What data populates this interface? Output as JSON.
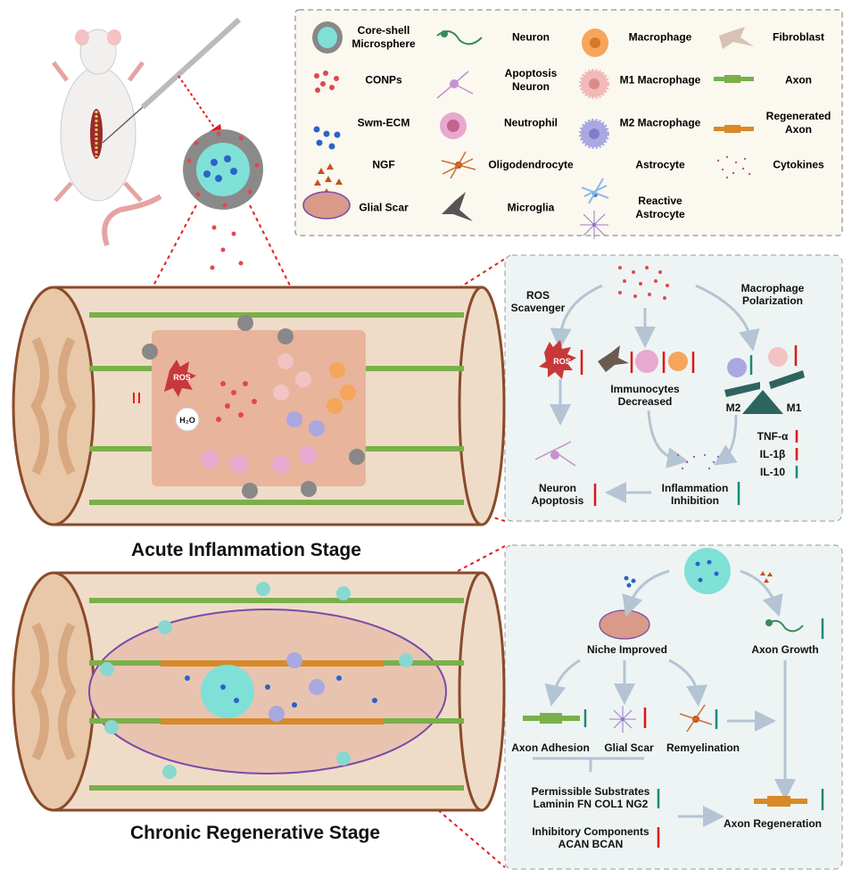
{
  "legend": {
    "items": [
      {
        "label": "Core-shell\nMicrosphere",
        "icon": "core-shell-microsphere-icon"
      },
      {
        "label": "Neuron",
        "icon": "neuron-icon"
      },
      {
        "label": "Macrophage",
        "icon": "macrophage-icon"
      },
      {
        "label": "Fibroblast",
        "icon": "fibroblast-icon"
      },
      {
        "label": "CONPs",
        "icon": "conps-icon"
      },
      {
        "label": "Apoptosis\nNeuron",
        "icon": "apoptosis-neuron-icon"
      },
      {
        "label": "M1 Macrophage",
        "icon": "m1-macrophage-icon"
      },
      {
        "label": "Axon",
        "icon": "axon-icon"
      },
      {
        "label": "Swm-ECM",
        "icon": "swm-ecm-icon"
      },
      {
        "label": "Neutrophil",
        "icon": "neutrophil-icon"
      },
      {
        "label": "M2 Macrophage",
        "icon": "m2-macrophage-icon"
      },
      {
        "label": "Regenerated\nAxon",
        "icon": "regenerated-axon-icon"
      },
      {
        "label": "NGF",
        "icon": "ngf-icon"
      },
      {
        "label": "Oligodendrocyte",
        "icon": "oligodendrocyte-icon"
      },
      {
        "label": "Astrocyte",
        "icon": "astrocyte-icon"
      },
      {
        "label": "Cytokines",
        "icon": "cytokines-icon"
      },
      {
        "label": "Glial Scar",
        "icon": "glial-scar-icon"
      },
      {
        "label": "Microglia",
        "icon": "microglia-icon"
      },
      {
        "label": "Reactive\nAstrocyte",
        "icon": "reactive-astrocyte-icon"
      }
    ]
  },
  "stages": {
    "acute": "Acute Inflammation Stage",
    "chronic": "Chronic Regenerative Stage"
  },
  "cord_labels": {
    "ros": "ROS",
    "water": "H₂O"
  },
  "acute_panel": {
    "ros_scavenger": "ROS\nScavenger",
    "macrophage_polarization": "Macrophage\nPolarization",
    "ros": "ROS",
    "immunocytes": "Immunocytes\nDecreased",
    "m2": "M2",
    "m1": "M1",
    "tnf": "TNF-α",
    "il1b": "IL-1β",
    "il10": "IL-10",
    "neuron_apoptosis": "Neuron\nApoptosis",
    "inflammation_inhibition": "Inflammation\nInhibition"
  },
  "chronic_panel": {
    "niche_improved": "Niche Improved",
    "axon_growth": "Axon Growth",
    "axon_adhesion": "Axon Adhesion",
    "glial_scar": "Glial Scar",
    "remyelination": "Remyelination",
    "permissible": "Permissible Substrates\nLaminin FN COL1 NG2",
    "inhibitory": "Inhibitory Components\nACAN BCAN",
    "axon_regeneration": "Axon Regeneration"
  },
  "colors": {
    "up_arrow": "#1a8a78",
    "down_arrow": "#e01515",
    "legend_bg": "#faf8ef",
    "panel_bg": "#eef4f3",
    "connector": "#e02020"
  }
}
